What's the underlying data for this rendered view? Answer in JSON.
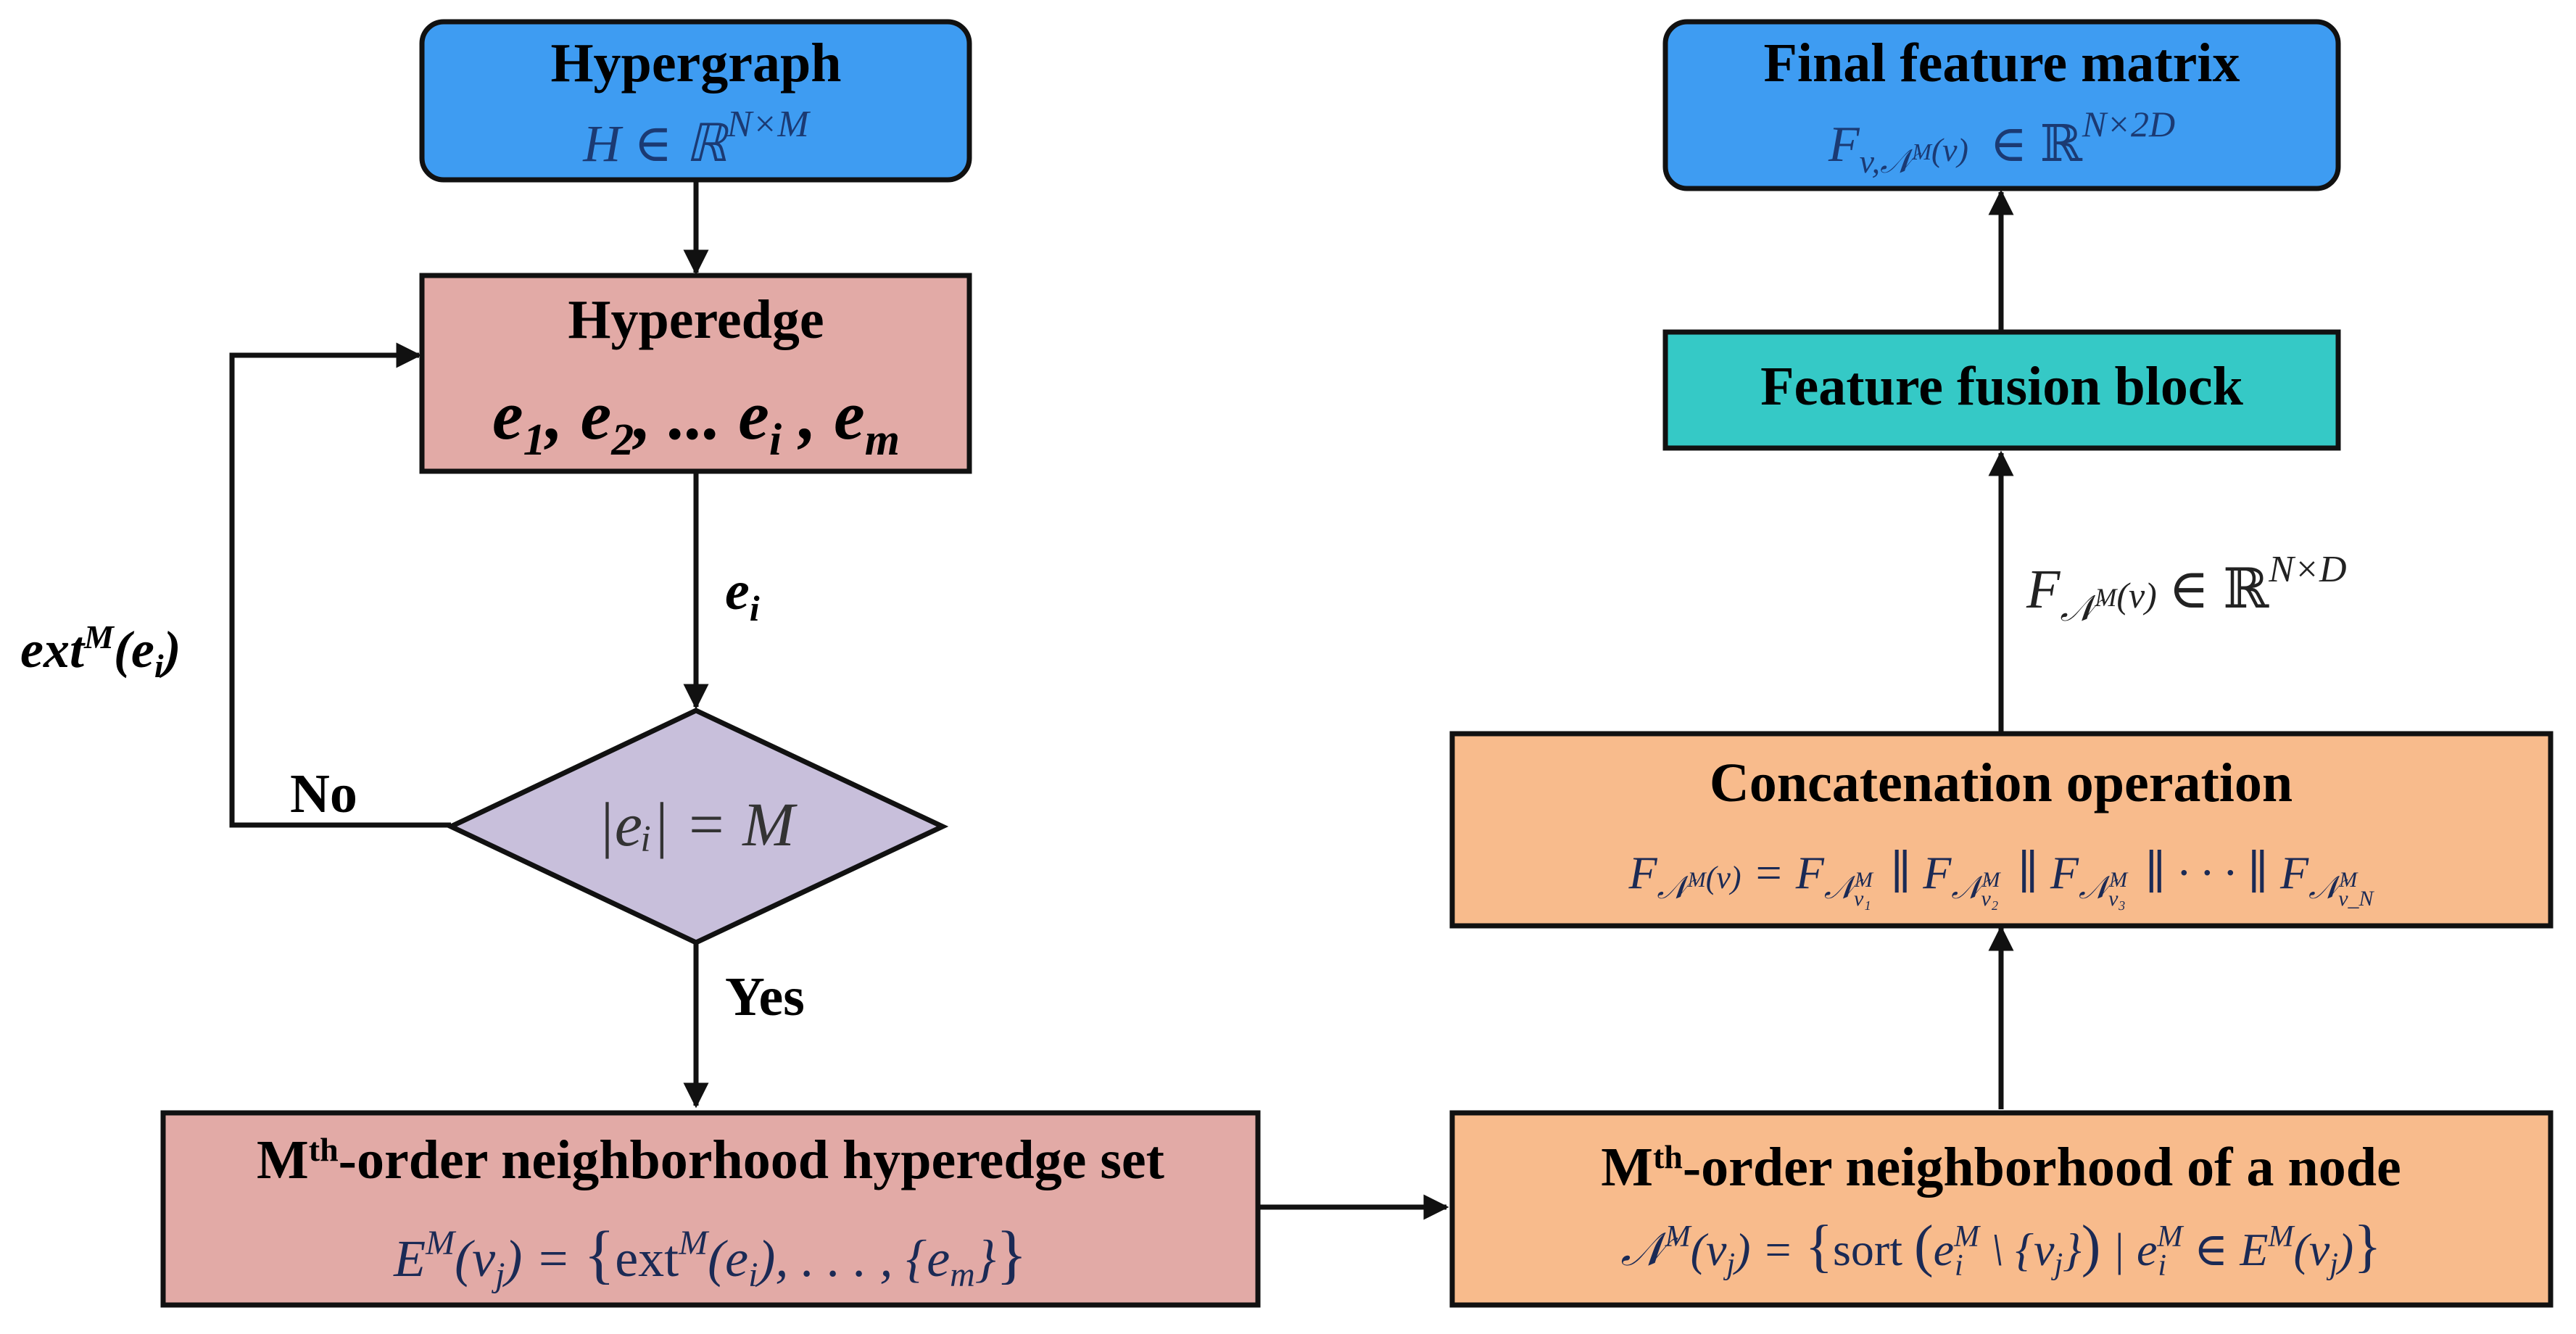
{
  "colors": {
    "blue": "#3e9cf2",
    "pink": "#e2aaa6",
    "lavender": "#c8bfdb",
    "teal": "#35c9c6",
    "orange": "#f8bb8c",
    "stroke": "#111111"
  },
  "nodes": {
    "hypergraph": {
      "title": "Hypergraph",
      "formula_lhs": "H ∈ ℝ",
      "formula_sup": "N×M"
    },
    "hyperedge": {
      "title": "Hyperedge"
    },
    "condition": {
      "formula": "|eᵢ| = M"
    },
    "hyperedge_set": {
      "sup": "th",
      "title": "-order neighborhood hyperedge set"
    },
    "node_neighborhood": {
      "sup": "th",
      "title": "-order neighborhood of a node"
    },
    "concatenation": {
      "title": "Concatenation operation"
    },
    "fusion": {
      "title": "Feature fusion block"
    },
    "final": {
      "title": "Final feature matrix"
    }
  },
  "edge_labels": {
    "ei": "e",
    "ei_sub": "i",
    "no": "No",
    "yes": "Yes",
    "ext_prefix": "ext",
    "ext_sup": "M",
    "ext_arg": "e",
    "ext_sub": "i"
  },
  "fusion_input": {
    "lhs": "F",
    "rhs": "∈ ℝ",
    "sup": "N×D"
  }
}
